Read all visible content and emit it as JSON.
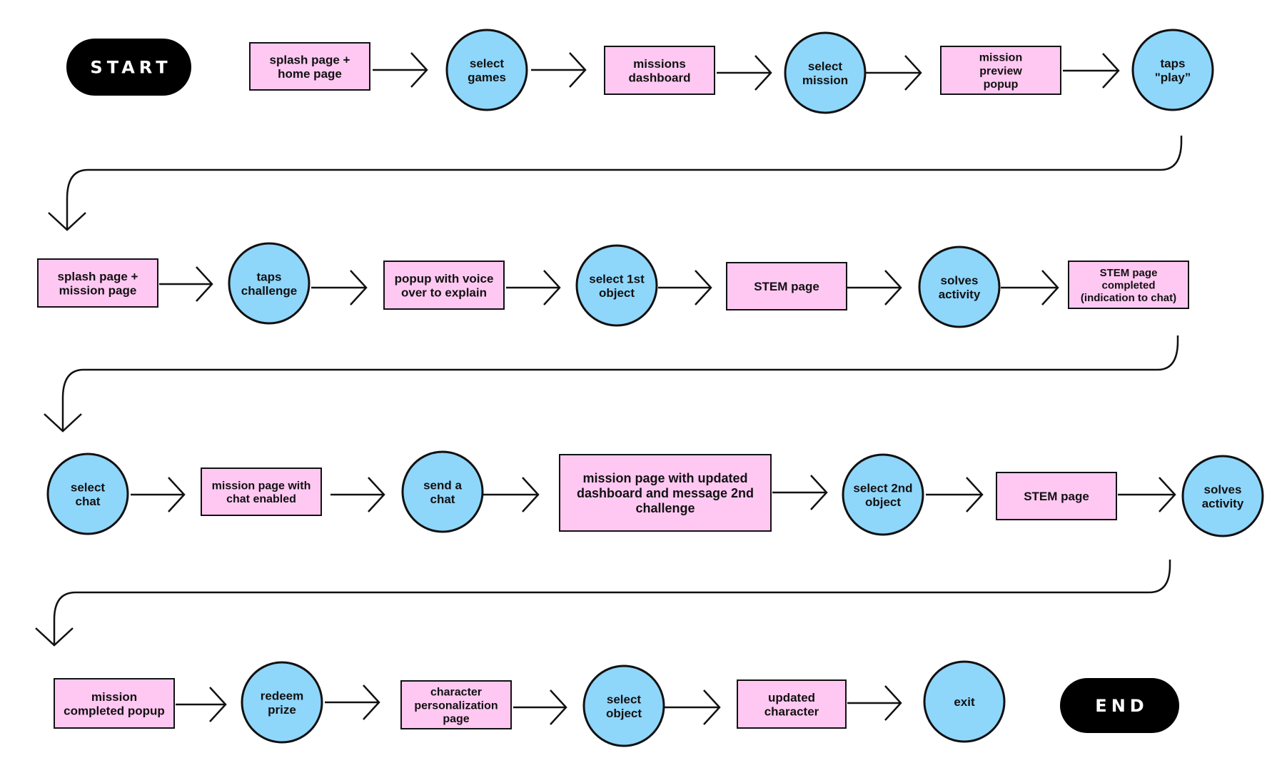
{
  "colors": {
    "screen_fill": "#ffc8f2",
    "action_fill": "#8fd6fb",
    "terminal_fill": "#000000",
    "stroke": "#111111"
  },
  "terminals": {
    "start": "START",
    "end": "END"
  },
  "nodes": [
    {
      "id": "n1",
      "kind": "screen",
      "lines": [
        "splash page  +",
        "home page"
      ]
    },
    {
      "id": "n2",
      "kind": "action",
      "lines": [
        "select",
        "games"
      ]
    },
    {
      "id": "n3",
      "kind": "screen",
      "lines": [
        "missions",
        "dashboard"
      ]
    },
    {
      "id": "n4",
      "kind": "action",
      "lines": [
        "select",
        "mission"
      ]
    },
    {
      "id": "n5",
      "kind": "screen",
      "lines": [
        "mission",
        "preview",
        "popup"
      ]
    },
    {
      "id": "n6",
      "kind": "action",
      "lines": [
        "taps",
        "\"play”"
      ]
    },
    {
      "id": "n7",
      "kind": "screen",
      "lines": [
        "splash page +",
        "mission page"
      ]
    },
    {
      "id": "n8",
      "kind": "action",
      "lines": [
        "taps",
        "challenge"
      ]
    },
    {
      "id": "n9",
      "kind": "screen",
      "lines": [
        "popup with voice",
        "over to explain"
      ]
    },
    {
      "id": "n10",
      "kind": "action",
      "lines": [
        "select 1st",
        "object"
      ]
    },
    {
      "id": "n11",
      "kind": "screen",
      "lines": [
        "STEM page"
      ]
    },
    {
      "id": "n12",
      "kind": "action",
      "lines": [
        "solves",
        "activity"
      ]
    },
    {
      "id": "n13",
      "kind": "screen",
      "lines": [
        "STEM page",
        "completed",
        "(indication to chat)"
      ]
    },
    {
      "id": "n14",
      "kind": "action",
      "lines": [
        "select",
        "chat"
      ]
    },
    {
      "id": "n15",
      "kind": "screen",
      "lines": [
        "mission page with",
        "chat enabled"
      ]
    },
    {
      "id": "n16",
      "kind": "action",
      "lines": [
        "send a",
        "chat"
      ]
    },
    {
      "id": "n17",
      "kind": "screen",
      "lines": [
        "mission page with updated",
        "dashboard and message 2nd",
        "challenge"
      ]
    },
    {
      "id": "n18",
      "kind": "action",
      "lines": [
        "select 2nd",
        "object"
      ]
    },
    {
      "id": "n19",
      "kind": "screen",
      "lines": [
        "STEM page"
      ]
    },
    {
      "id": "n20",
      "kind": "action",
      "lines": [
        "solves",
        "activity"
      ]
    },
    {
      "id": "n21",
      "kind": "screen",
      "lines": [
        "mission",
        "completed popup"
      ]
    },
    {
      "id": "n22",
      "kind": "action",
      "lines": [
        "redeem",
        "prize"
      ]
    },
    {
      "id": "n23",
      "kind": "screen",
      "lines": [
        "character",
        "personalization",
        "page"
      ]
    },
    {
      "id": "n24",
      "kind": "action",
      "lines": [
        "select",
        "object"
      ]
    },
    {
      "id": "n25",
      "kind": "screen",
      "lines": [
        "updated",
        "character"
      ]
    },
    {
      "id": "n26",
      "kind": "action",
      "lines": [
        "exit"
      ]
    }
  ]
}
